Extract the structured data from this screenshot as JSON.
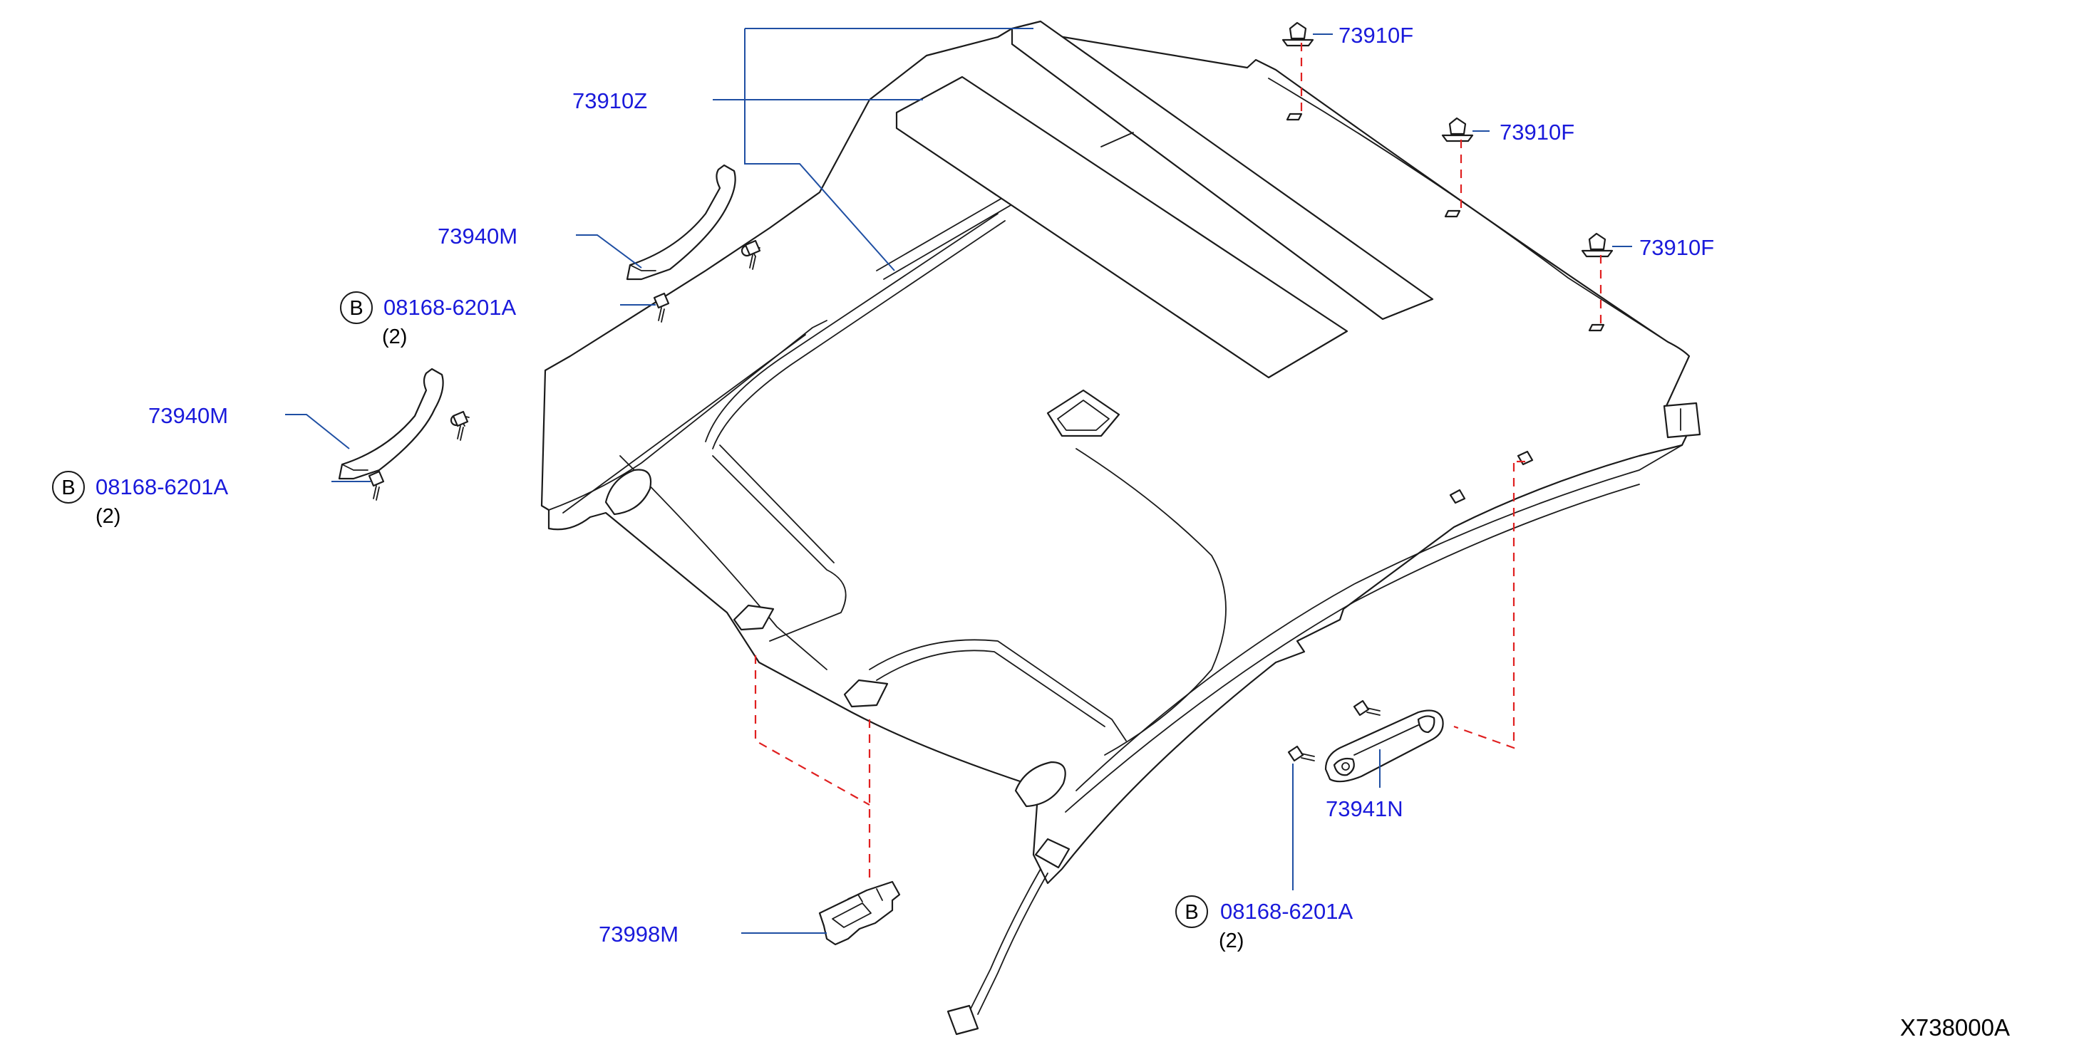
{
  "colors": {
    "part_number_text": "#1a1adb",
    "leader_line": "#1f4fa3",
    "mounting_dash": "#e02020",
    "outline": "#1b1b1b",
    "background": "#ffffff"
  },
  "callouts": {
    "headlining_pad": "73910Z",
    "clip_1": "73910F",
    "clip_2": "73910F",
    "clip_3": "73910F",
    "assist_grip_front": "73940M",
    "assist_grip_mid": "73940M",
    "assist_grip_rear": "73941N",
    "holder": "73998M",
    "bolt_1": {
      "badge": "B",
      "part": "08168-6201A",
      "qty": "(2)"
    },
    "bolt_2": {
      "badge": "B",
      "part": "08168-6201A",
      "qty": "(2)"
    },
    "bolt_3": {
      "badge": "B",
      "part": "08168-6201A",
      "qty": "(2)"
    }
  },
  "diagram_code": "X738000A"
}
